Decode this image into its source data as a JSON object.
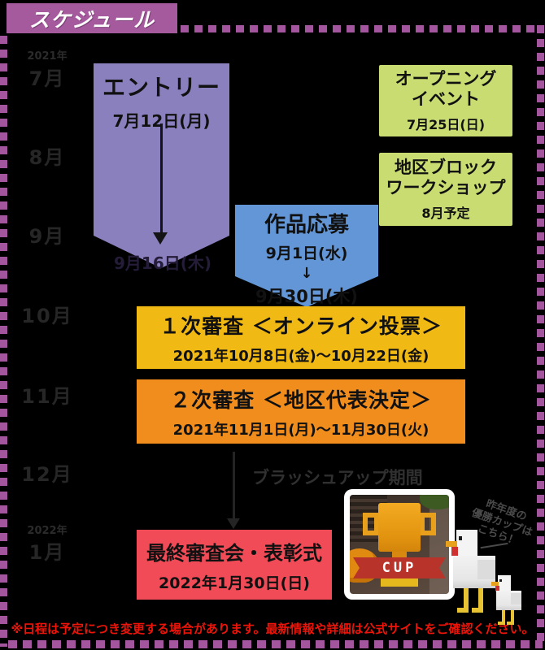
{
  "title": "スケジュール",
  "timeline": {
    "labels": [
      {
        "text": "2021年"
      },
      {
        "text": "7月"
      },
      {
        "text": "8月"
      },
      {
        "text": "9月"
      },
      {
        "text": "10月"
      },
      {
        "text": "11月"
      },
      {
        "text": "12月"
      },
      {
        "text": "2022年"
      },
      {
        "text": "1月"
      }
    ]
  },
  "events": {
    "entry": {
      "title": "エントリー",
      "start": "7月12日(月)",
      "end": "9月16日(木)"
    },
    "opening": {
      "line1": "オープニング",
      "line2": "イベント",
      "date": "7月25日(日)"
    },
    "workshop": {
      "line1": "地区ブロック",
      "line2": "ワークショップ",
      "date": "8月予定"
    },
    "submission": {
      "title": "作品応募",
      "start": "9月1日(水)",
      "arrow": "↓",
      "end": "9月30日(木)"
    },
    "first_review": {
      "title": "１次審査 ＜オンライン投票＞",
      "period": "2021年10月8日(金)～10月22日(金)"
    },
    "second_review": {
      "title": "２次審査 ＜地区代表決定＞",
      "period": "2021年11月1日(月)～11月30日(火)"
    },
    "brushup": {
      "label": "ブラッシュアップ期間"
    },
    "final": {
      "title": "最終審査会・表彰式",
      "date": "2022年1月30日(日)"
    }
  },
  "photo": {
    "cup_label": "CUP",
    "caption_line1": "昨年度の",
    "caption_line2": "優勝カップは",
    "caption_line3": "こちら！"
  },
  "footnote": "※日程は予定につき変更する場合があります。最新情報や詳細は公式サイトをご確認ください。",
  "colors": {
    "background": "#000000",
    "frame_magenta": "#A3569E",
    "entry_purple": "#8B80BE",
    "event_green": "#C8DC72",
    "submission_blue": "#6396D6",
    "review1_yellow": "#F0B913",
    "review2_orange": "#F08D1C",
    "final_red": "#F04B57",
    "footnote_red": "#EE1409"
  }
}
